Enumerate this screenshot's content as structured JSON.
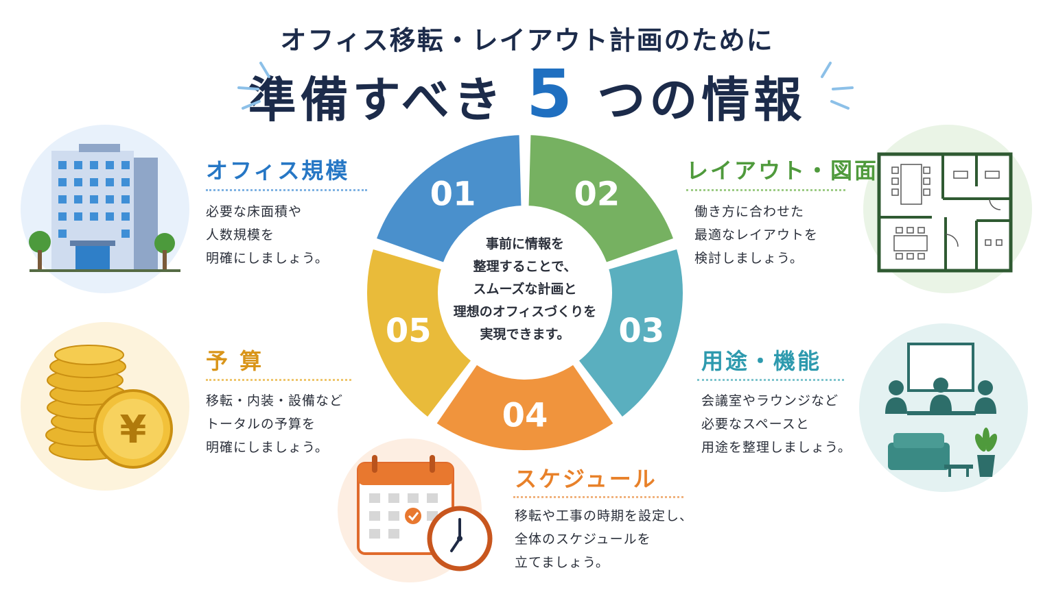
{
  "header": {
    "line1": "オフィス移転・レイアウト計画のために",
    "line2_pre": "準備すべき",
    "line2_num": "5",
    "line2_post": "つの情報"
  },
  "center_message": [
    "事前に情報を",
    "整理することで、",
    "スムーズな計画と",
    "理想のオフィスづくりを",
    "実現できます。"
  ],
  "segments": [
    {
      "num": "01",
      "color": "#4a90cc"
    },
    {
      "num": "02",
      "color": "#76b161"
    },
    {
      "num": "03",
      "color": "#5aafbf"
    },
    {
      "num": "04",
      "color": "#f0943d"
    },
    {
      "num": "05",
      "color": "#e9bb3a"
    }
  ],
  "sections": [
    {
      "title": "オフィス規模",
      "color": "#2677c5",
      "lines": [
        "必要な床面積や",
        "人数規模を",
        "明確にしましょう。"
      ],
      "icon": "office-building-icon"
    },
    {
      "title": "レイアウト・図面",
      "color": "#4f9a3c",
      "lines": [
        "働き方に合わせた",
        "最適なレイアウトを",
        "検討しましょう。"
      ],
      "icon": "floor-plan-icon"
    },
    {
      "title": "用途・機能",
      "color": "#2e9aae",
      "lines": [
        "会議室やラウンジなど",
        "必要なスペースと",
        "用途を整理しましょう。"
      ],
      "icon": "meeting-lounge-icon"
    },
    {
      "title": "スケジュール",
      "color": "#e8812a",
      "lines": [
        "移転や工事の時期を設定し、",
        "全体のスケジュールを",
        "立てましょう。"
      ],
      "icon": "calendar-clock-icon"
    },
    {
      "title": "予 算",
      "color": "#d9951a",
      "lines": [
        "移転・内装・設備など",
        "トータルの予算を",
        "明確にしましょう。"
      ],
      "icon": "coins-yen-icon"
    }
  ],
  "icons": {
    "yen_symbol": "¥"
  }
}
